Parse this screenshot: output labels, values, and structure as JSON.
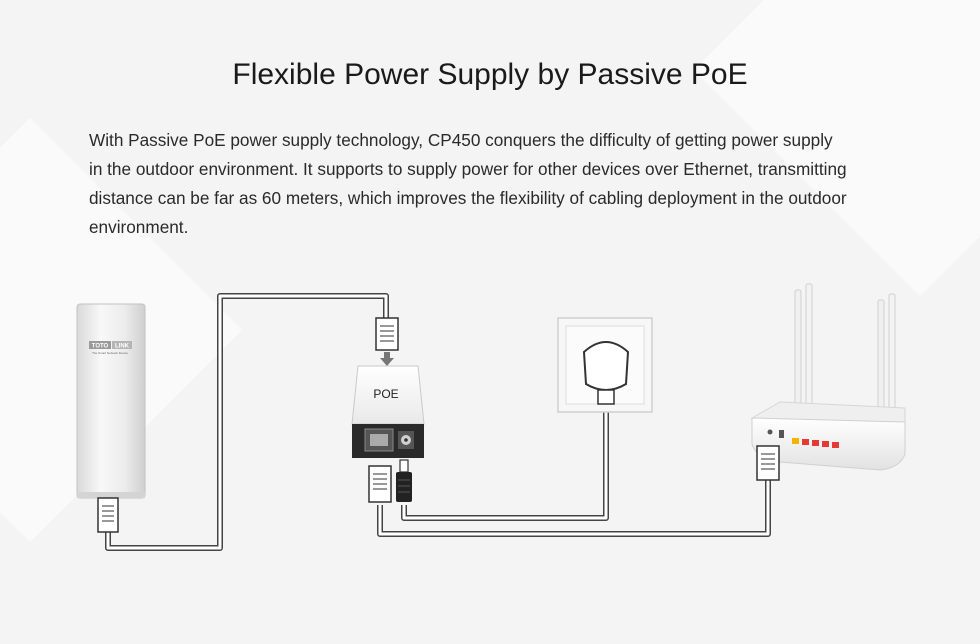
{
  "title": "Flexible Power Supply by Passive PoE",
  "description": {
    "lines": [
      "With Passive PoE power supply technology, CP450 conquers the difficulty of getting power supply",
      "in the outdoor environment. It supports to supply power for other devices over Ethernet, transmitting",
      "distance can be far as 60 meters, which improves the flexibility of cabling deployment in the outdoor",
      "environment."
    ]
  },
  "devices": {
    "cpe": {
      "brand_left": "TOTO",
      "brand_right": "LINK",
      "tagline": "The Smart Network Device"
    },
    "poe_injector": {
      "label": "POE"
    },
    "wall_socket": {},
    "router": {}
  },
  "colors": {
    "background": "#f4f4f4",
    "title": "#1a1a1a",
    "text": "#2a2a2a",
    "cable": "#444444",
    "router_port": "#e53935",
    "router_port_yellow": "#f5b400",
    "arrow": "#777777"
  }
}
